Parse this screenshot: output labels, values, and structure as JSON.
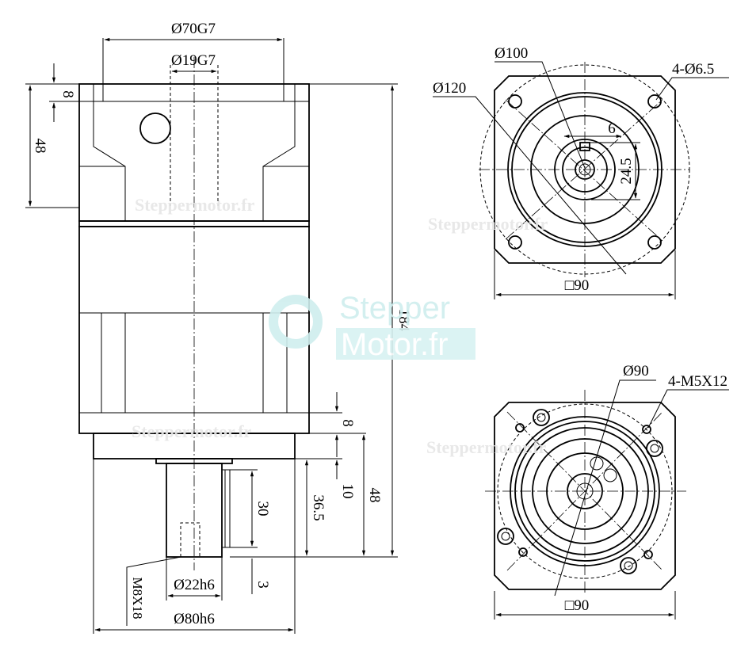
{
  "side_view": {
    "flange_bore": "Ø70G7",
    "input_bore": "Ø19G7",
    "input_depth_top": "8",
    "input_depth": "48",
    "total_length": "184",
    "flange_step": "8",
    "shaft_length": "48",
    "shoulder": "10",
    "key_offset": "36.5",
    "key_length": "30",
    "key_inset": "3",
    "center_thread": "M8X18",
    "shaft_dia": "Ø22h6",
    "pilot_dia": "Ø80h6"
  },
  "input_end_view": {
    "inner_circle": "Ø100",
    "bolt_circle": "Ø120",
    "holes": "4-Ø6.5",
    "key_width": "6",
    "key_height": "24.5",
    "square": "□90"
  },
  "output_end_view": {
    "bolt_circle": "Ø90",
    "threads": "4-M5X12",
    "square": "□90"
  },
  "watermarks": {
    "site": "Steppermotor.fr",
    "logo_line1": "Stepper",
    "logo_line2": "Motor.fr"
  }
}
